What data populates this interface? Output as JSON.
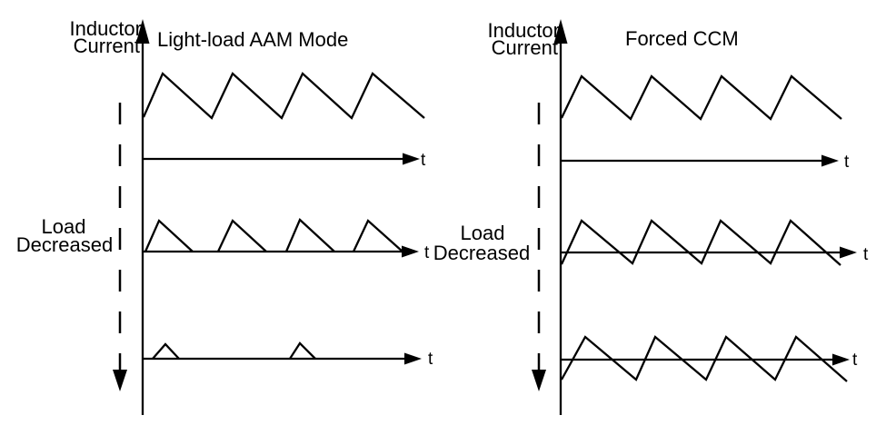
{
  "diagram": {
    "left_panel": {
      "title": "Light-load AAM Mode",
      "y_axis_label": [
        "Inductor",
        "Current"
      ],
      "load_label": [
        "Load",
        "Decreased"
      ],
      "t_labels": [
        "t",
        "t",
        "t"
      ]
    },
    "right_panel": {
      "title": "Forced CCM",
      "y_axis_label": [
        "Inductor",
        "Current"
      ],
      "load_label": [
        "Load",
        "Decreased"
      ],
      "t_labels": [
        "t",
        "t",
        "t"
      ]
    },
    "colors": {
      "stroke": "#000000",
      "background": "#ffffff"
    }
  },
  "waveforms": {
    "left_top": [
      [
        [
          158,
          129
        ],
        [
          179,
          81
        ],
        [
          233,
          130
        ],
        [
          256,
          81
        ],
        [
          310,
          130
        ],
        [
          333,
          81
        ],
        [
          387,
          130
        ],
        [
          410,
          81
        ],
        [
          467,
          130
        ]
      ]
    ],
    "left_mid": [
      [
        [
          160,
          277
        ],
        [
          175,
          243
        ],
        [
          212,
          277
        ]
      ],
      [
        [
          240,
          277
        ],
        [
          256,
          243
        ],
        [
          293,
          277
        ]
      ],
      [
        [
          315,
          277
        ],
        [
          330,
          242
        ],
        [
          368,
          277
        ]
      ],
      [
        [
          389,
          277
        ],
        [
          405,
          243
        ],
        [
          443,
          277
        ]
      ]
    ],
    "left_bot": [
      [
        [
          168,
          395
        ],
        [
          182,
          379
        ],
        [
          197,
          395
        ]
      ],
      [
        [
          319,
          395
        ],
        [
          330,
          378
        ],
        [
          347,
          395
        ]
      ]
    ],
    "right_top": [
      [
        [
          618,
          130
        ],
        [
          640,
          84
        ],
        [
          694,
          131
        ],
        [
          717,
          84
        ],
        [
          771,
          131
        ],
        [
          794,
          84
        ],
        [
          848,
          131
        ],
        [
          871,
          84
        ],
        [
          926,
          131
        ]
      ]
    ],
    "right_mid": [
      [
        [
          618,
          291
        ],
        [
          640,
          243
        ],
        [
          696,
          290
        ],
        [
          717,
          243
        ],
        [
          772,
          290
        ],
        [
          793,
          243
        ],
        [
          848,
          290
        ],
        [
          870,
          243
        ],
        [
          925,
          292
        ]
      ]
    ],
    "right_bot": [
      [
        [
          618,
          418
        ],
        [
          644,
          371
        ],
        [
          700,
          418
        ],
        [
          721,
          371
        ],
        [
          777,
          418
        ],
        [
          799,
          371
        ],
        [
          853,
          418
        ],
        [
          876,
          371
        ],
        [
          932,
          420
        ]
      ]
    ]
  }
}
